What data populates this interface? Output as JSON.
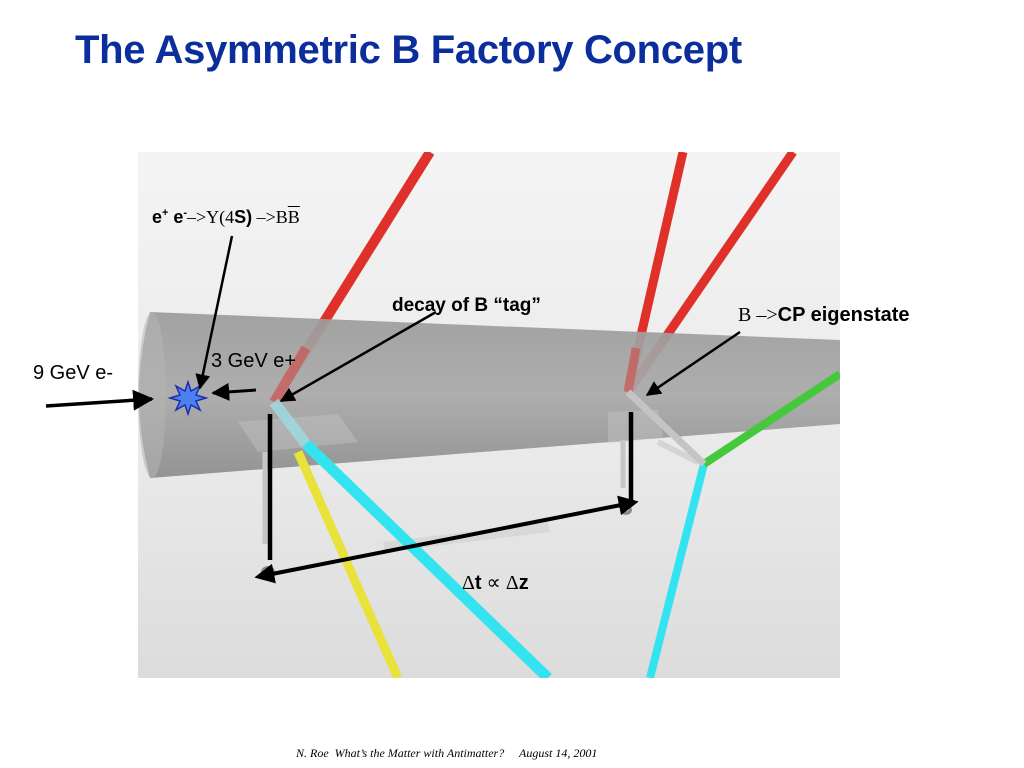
{
  "title": "The Asymmetric B Factory Concept",
  "labels": {
    "reaction_e1": "e",
    "reaction_sup1": "+",
    "reaction_e2": " e",
    "reaction_sup2": "-",
    "reaction_arrow1": "–>",
    "reaction_upsilon": "Y(4",
    "reaction_s": "S)",
    "reaction_arrow2": " –>",
    "reaction_b": "B",
    "reaction_bbar": "B",
    "electron_beam": "9 GeV e-",
    "positron_beam": "3 GeV e+",
    "tag_decay": "decay of B “tag”",
    "cp_b": "B",
    "cp_arrow": " –>",
    "cp_text": "CP eigenstate",
    "delta1": "Δ",
    "t": "t",
    "propto": " ∝ ",
    "delta2": "Δ",
    "z": "z"
  },
  "footer": "N. Roe  What’s the Matter with Antimatter?     August 14, 2001",
  "colors": {
    "title": "#0b2e9c",
    "track_red": "#e0302a",
    "track_cyan": "#33e4f0",
    "track_yellow": "#e8e23a",
    "track_green": "#45c83c",
    "beampipe": "#9a9a9a",
    "star": "#4d7ff0"
  }
}
